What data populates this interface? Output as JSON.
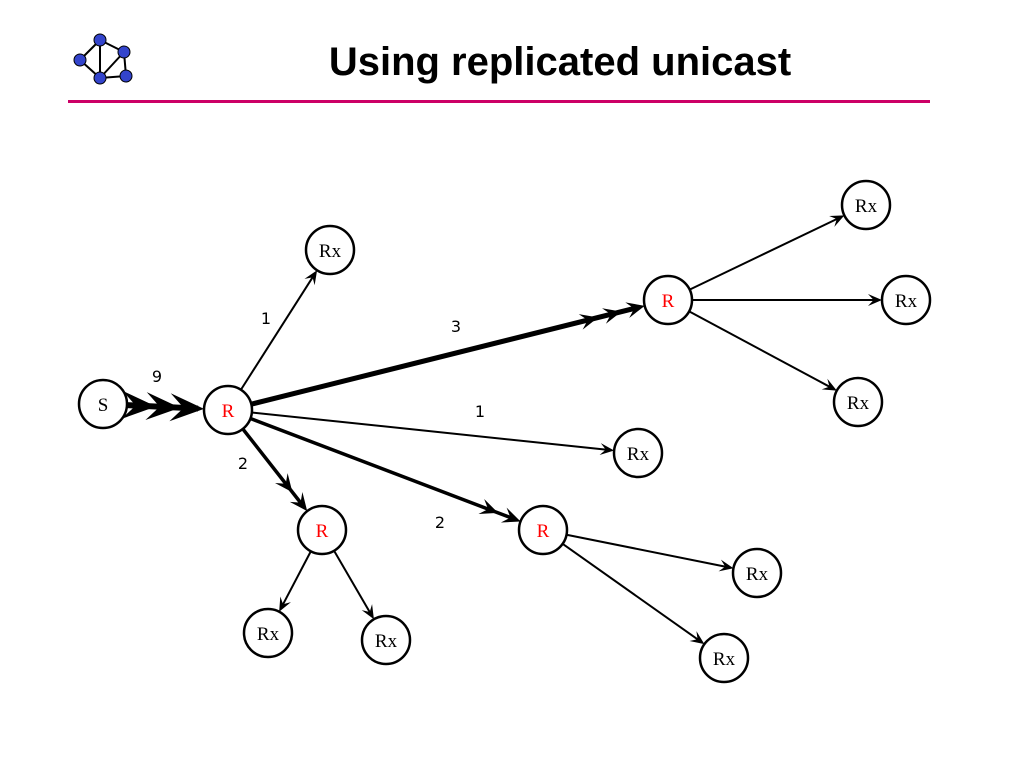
{
  "slide": {
    "title": "Using replicated unicast",
    "accent_color": "#cc0066",
    "logo_icon": "network-graph-icon"
  },
  "diagram": {
    "nodes": [
      {
        "id": "s",
        "label": "S",
        "label_color": "#000000"
      },
      {
        "id": "r1",
        "label": "R",
        "label_color": "#ff0000"
      },
      {
        "id": "rx_top",
        "label": "Rx",
        "label_color": "#000000"
      },
      {
        "id": "r2",
        "label": "R",
        "label_color": "#ff0000"
      },
      {
        "id": "rx_far_top",
        "label": "Rx",
        "label_color": "#000000"
      },
      {
        "id": "rx_far_mid",
        "label": "Rx",
        "label_color": "#000000"
      },
      {
        "id": "rx_far_low",
        "label": "Rx",
        "label_color": "#000000"
      },
      {
        "id": "rx_mid",
        "label": "Rx",
        "label_color": "#000000"
      },
      {
        "id": "r3",
        "label": "R",
        "label_color": "#ff0000"
      },
      {
        "id": "rx_bot_left",
        "label": "Rx",
        "label_color": "#000000"
      },
      {
        "id": "rx_bot_right",
        "label": "Rx",
        "label_color": "#000000"
      },
      {
        "id": "r4",
        "label": "R",
        "label_color": "#ff0000"
      },
      {
        "id": "rx_lower_right_top",
        "label": "Rx",
        "label_color": "#000000"
      },
      {
        "id": "rx_lower_right_bottom",
        "label": "Rx",
        "label_color": "#000000"
      }
    ],
    "edges": [
      {
        "from": "s",
        "to": "r1",
        "count": 9,
        "label": "9"
      },
      {
        "from": "r1",
        "to": "rx_top",
        "count": 1,
        "label": "1"
      },
      {
        "from": "r1",
        "to": "r2",
        "count": 3,
        "label": "3"
      },
      {
        "from": "r1",
        "to": "rx_mid",
        "count": 1,
        "label": "1"
      },
      {
        "from": "r1",
        "to": "r3",
        "count": 2,
        "label": "2"
      },
      {
        "from": "r1",
        "to": "r4",
        "count": 2,
        "label": "2"
      },
      {
        "from": "r2",
        "to": "rx_far_top",
        "count": 1,
        "label": ""
      },
      {
        "from": "r2",
        "to": "rx_far_mid",
        "count": 1,
        "label": ""
      },
      {
        "from": "r2",
        "to": "rx_far_low",
        "count": 1,
        "label": ""
      },
      {
        "from": "r3",
        "to": "rx_bot_left",
        "count": 1,
        "label": ""
      },
      {
        "from": "r3",
        "to": "rx_bot_right",
        "count": 1,
        "label": ""
      },
      {
        "from": "r4",
        "to": "rx_lower_right_top",
        "count": 1,
        "label": ""
      },
      {
        "from": "r4",
        "to": "rx_lower_right_bottom",
        "count": 1,
        "label": ""
      }
    ]
  }
}
